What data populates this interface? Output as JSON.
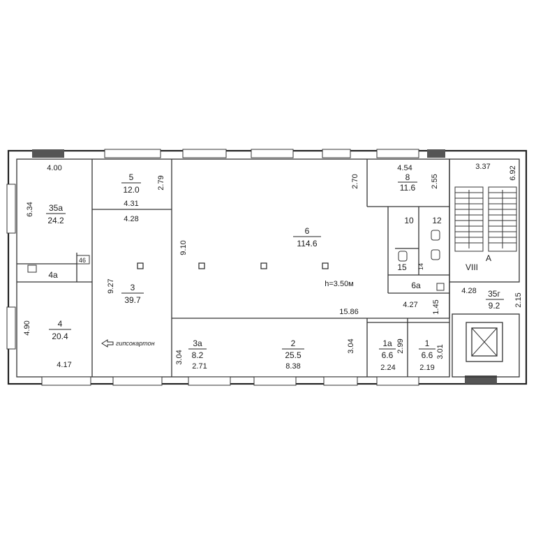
{
  "rooms": [
    {
      "id": "r35a",
      "label": "35а",
      "area": "24.2"
    },
    {
      "id": "r5",
      "label": "5",
      "area": "12.0"
    },
    {
      "id": "r6",
      "label": "6",
      "area": "114.6"
    },
    {
      "id": "r8",
      "label": "8",
      "area": "11.6"
    },
    {
      "id": "r3",
      "label": "3",
      "area": "39.7"
    },
    {
      "id": "r4",
      "label": "4",
      "area": "20.4"
    },
    {
      "id": "r35g",
      "label": "35г",
      "area": "9.2"
    },
    {
      "id": "r3a",
      "label": "3а",
      "area": "8.2"
    },
    {
      "id": "r2",
      "label": "2",
      "area": "25.5"
    },
    {
      "id": "r1a",
      "label": "1а",
      "area": "6.6"
    },
    {
      "id": "r1",
      "label": "1",
      "area": "6.6"
    }
  ],
  "small_labels": {
    "r10": "10",
    "r12": "12",
    "r15": "15",
    "r14": "14",
    "r6a": "6а",
    "r4a": "4а",
    "r46": "46",
    "stair": "VIII",
    "axis": "А"
  },
  "dims": {
    "d400": "4.00",
    "d634": "6.34",
    "d279": "2.79",
    "d431": "4.31",
    "d428a": "4.28",
    "d910": "9.10",
    "d927": "9.27",
    "d270": "2.70",
    "d454": "4.54",
    "d255": "2.55",
    "d337": "3.37",
    "d692": "6.92",
    "d1586": "15.86",
    "d427": "4.27",
    "d145": "1.45",
    "d428b": "4.28",
    "d215": "2.15",
    "d490": "4.90",
    "d417": "4.17",
    "d304a": "3.04",
    "d271": "2.71",
    "d838": "8.38",
    "d304b": "3.04",
    "d299": "2.99",
    "d224": "2.24",
    "d301": "3.01",
    "d219": "2.19"
  },
  "annotations": {
    "height": "h=3.50м",
    "drywall": "гипсокартон"
  }
}
